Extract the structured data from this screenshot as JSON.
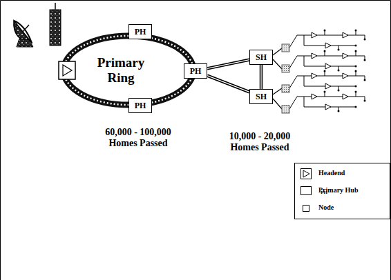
{
  "diagram": {
    "nodes": [
      {
        "text": [
          "Primary Ring"
        ]
      },
      {
        "text": [
          "PH"
        ]
      },
      {
        "text": [
          "PH"
        ]
      },
      {
        "text": [
          "PH"
        ]
      },
      {
        "text": [
          "SH"
        ]
      },
      {
        "text": [
          "SH"
        ]
      }
    ],
    "edges": [
      {
        "from": 2,
        "to": 4,
        "arrow": "none"
      },
      {
        "from": 2,
        "to": 5,
        "arrow": "none"
      },
      {
        "from": 4,
        "to": 5,
        "arrow": "none"
      }
    ],
    "labels": [
      "60,000 - 100,000 Homes Passed",
      "10,000 - 20,000 Homes Passed",
      "PH"
    ],
    "legend": [
      {
        "text": "Headend"
      },
      {
        "text": "Primary Hub"
      },
      {
        "text": "Node"
      }
    ]
  }
}
